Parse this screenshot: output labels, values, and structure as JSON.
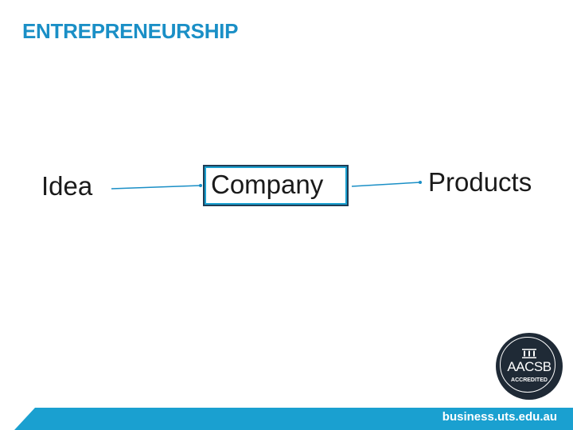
{
  "header": {
    "title": "ENTREPRENEURSHIP"
  },
  "diagram": {
    "nodes": [
      "Idea",
      "Company",
      "Products"
    ],
    "edges": [
      [
        "Idea",
        "Company"
      ],
      [
        "Company",
        "Products"
      ]
    ]
  },
  "badge": {
    "name": "AACSB",
    "subtitle": "ACCREDITED"
  },
  "footer": {
    "url": "business.uts.edu.au"
  },
  "colors": {
    "accent": "#1a8fc6",
    "footer": "#1aa0d0",
    "connector": "#1a8fc6"
  },
  "icons": [
    "pillars-icon"
  ]
}
